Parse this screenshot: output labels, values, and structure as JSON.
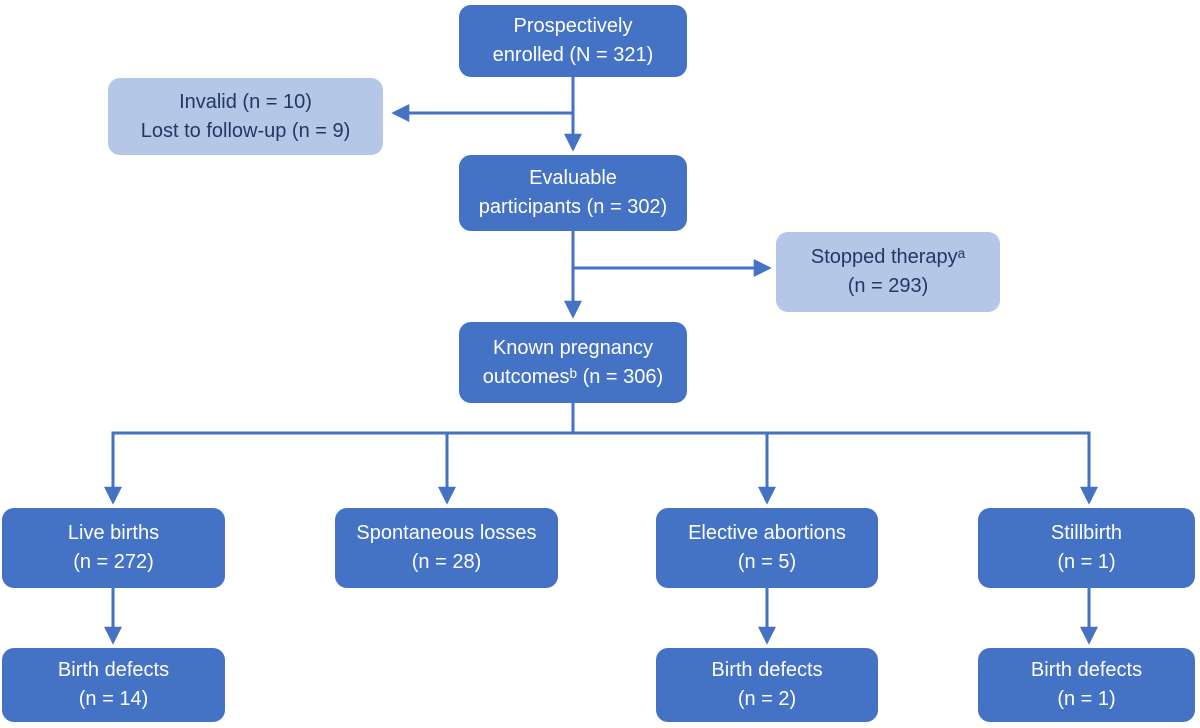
{
  "colors": {
    "background": "#FFFFFF",
    "primary_box": "#4472C4",
    "primary_text": "#FFFFFF",
    "secondary_box": "#B4C7E7",
    "secondary_text": "#1F3864",
    "connector": "#4472C4"
  },
  "nodes": {
    "prospective": {
      "line1": "Prospectively",
      "line2": "enrolled (N = 321)"
    },
    "invalid_lost": {
      "line1": "Invalid (n = 10)",
      "line2": "Lost to follow-up (n = 9)"
    },
    "evaluable": {
      "line1": "Evaluable",
      "line2": "participants (n = 302)"
    },
    "stopped_therapy": {
      "line1": "Stopped therapyᵃ",
      "line2": "(n = 293)"
    },
    "known_outcomes": {
      "line1": "Known pregnancy",
      "line2": "outcomesᵇ (n = 306)"
    },
    "live_births": {
      "line1": "Live births",
      "line2": "(n = 272)"
    },
    "spontaneous_losses": {
      "line1": "Spontaneous losses",
      "line2": "(n = 28)"
    },
    "elective_abortions": {
      "line1": "Elective abortions",
      "line2": "(n = 5)"
    },
    "stillbirth": {
      "line1": "Stillbirth",
      "line2": "(n = 1)"
    },
    "birth_defects_live": {
      "line1": "Birth defects",
      "line2": "(n = 14)"
    },
    "birth_defects_elective": {
      "line1": "Birth defects",
      "line2": "(n = 2)"
    },
    "birth_defects_stillbirth": {
      "line1": "Birth defects",
      "line2": "(n = 1)"
    }
  }
}
